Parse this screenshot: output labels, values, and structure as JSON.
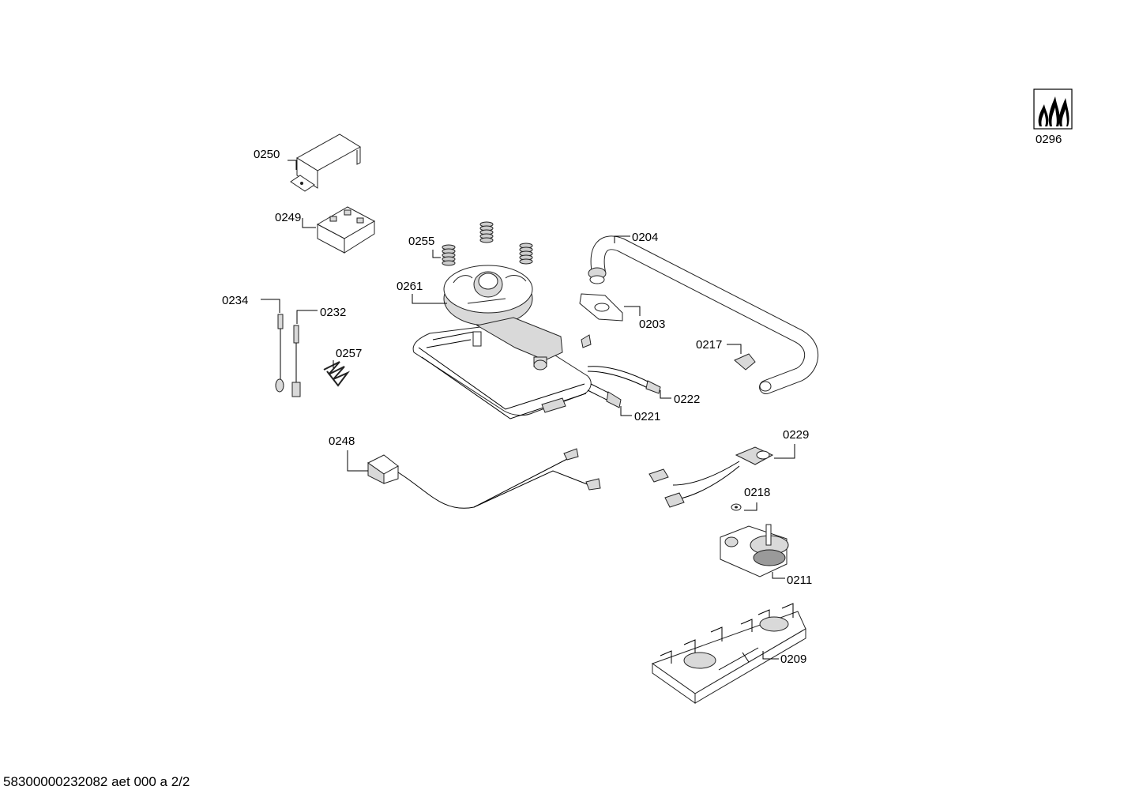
{
  "labels": {
    "l0296": "0296",
    "l0250": "0250",
    "l0249": "0249",
    "l0255": "0255",
    "l0204": "0204",
    "l0261": "0261",
    "l0234": "0234",
    "l0232": "0232",
    "l0203": "0203",
    "l0217": "0217",
    "l0257": "0257",
    "l0222": "0222",
    "l0221": "0221",
    "l0248": "0248",
    "l0229": "0229",
    "l0218": "0218",
    "l0211": "0211",
    "l0209": "0209"
  },
  "footer": "58300000232082 aet 000 a 2/2"
}
